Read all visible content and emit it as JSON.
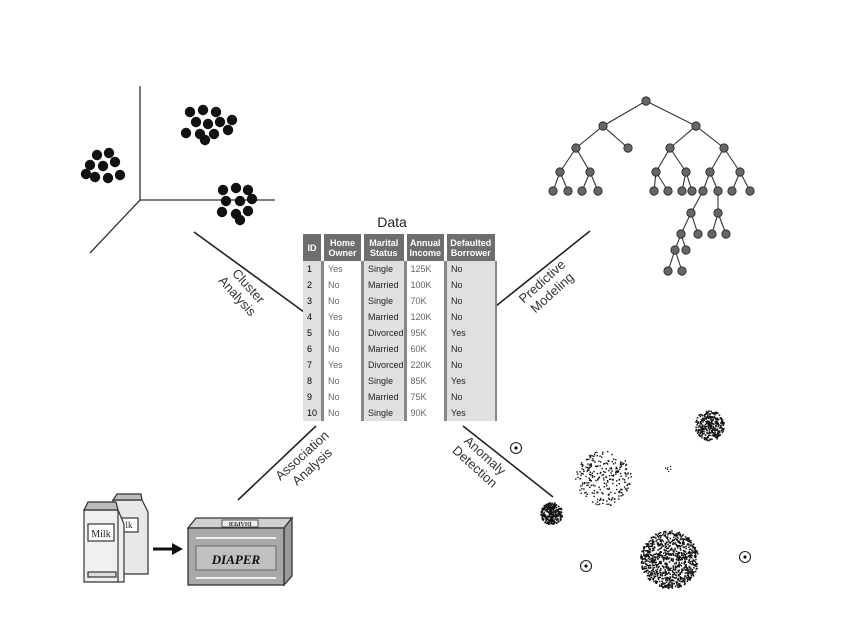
{
  "data_table": {
    "title": "Data",
    "headers": [
      [
        "ID"
      ],
      [
        "Home",
        "Owner"
      ],
      [
        "Marital",
        "Status"
      ],
      [
        "Annual",
        "Income"
      ],
      [
        "Defaulted",
        "Borrower"
      ]
    ],
    "rows": [
      [
        "1",
        "Yes",
        "Single",
        "125K",
        "No"
      ],
      [
        "2",
        "No",
        "Married",
        "100K",
        "No"
      ],
      [
        "3",
        "No",
        "Single",
        "70K",
        "No"
      ],
      [
        "4",
        "Yes",
        "Married",
        "120K",
        "No"
      ],
      [
        "5",
        "No",
        "Divorced",
        "95K",
        "Yes"
      ],
      [
        "6",
        "No",
        "Married",
        "60K",
        "No"
      ],
      [
        "7",
        "Yes",
        "Divorced",
        "220K",
        "No"
      ],
      [
        "8",
        "No",
        "Single",
        "85K",
        "Yes"
      ],
      [
        "9",
        "No",
        "Married",
        "75K",
        "No"
      ],
      [
        "10",
        "No",
        "Single",
        "90K",
        "Yes"
      ]
    ]
  },
  "tasks": {
    "cluster": [
      "Cluster",
      "Analysis"
    ],
    "predictive": [
      "Predictive",
      "Modeling"
    ],
    "association": [
      "Association",
      "Analysis"
    ],
    "anomaly": [
      "Anomaly",
      "Detection"
    ]
  },
  "products": {
    "milk_label": "Milk",
    "milk_label_2": "lk",
    "diaper_label": "DIAPER",
    "diaper_top_label": "DIAPER"
  },
  "colors": {
    "ink": "#111111",
    "tree_node": "#666666",
    "table_header": "#6e6e6e"
  }
}
